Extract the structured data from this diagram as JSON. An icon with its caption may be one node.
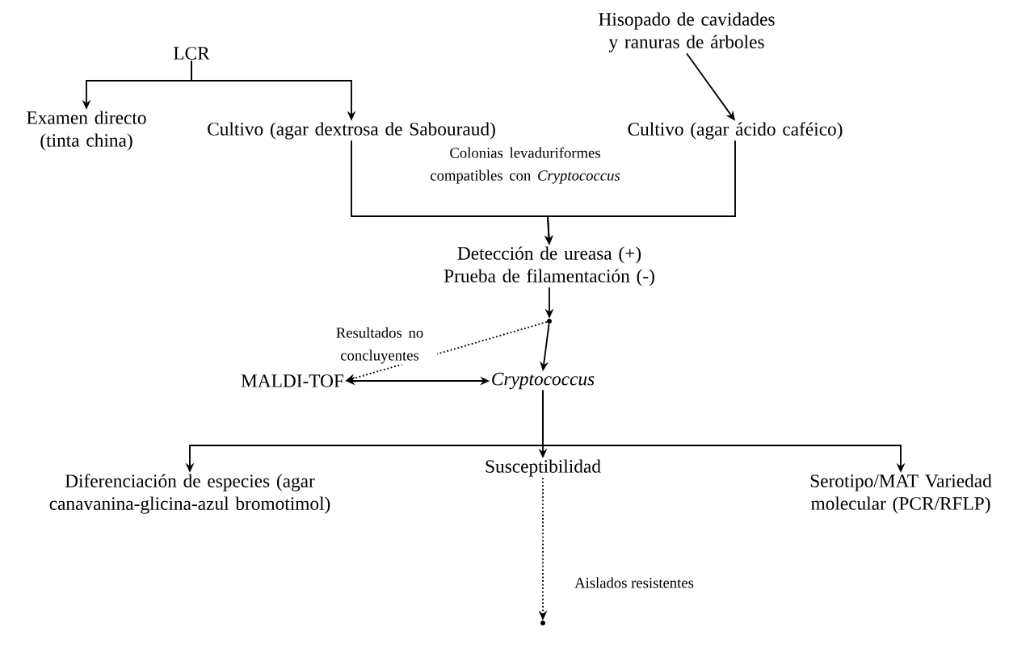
{
  "diagram": {
    "nodes": [
      {
        "text": [
          "LCR"
        ]
      },
      {
        "text": [
          "Hisopado de cavidades y ranuras de árboles"
        ]
      },
      {
        "text": [
          "Examen directo (tinta china)"
        ]
      },
      {
        "text": [
          "Cultivo (agar dextrosa de Sabouraud)"
        ]
      },
      {
        "text": [
          "Cultivo (agar ácido caféico)"
        ]
      },
      {
        "text": [
          "Detección de ureasa (+) Prueba de filamentación (-)"
        ]
      },
      {
        "text": [],
        "shape": "point"
      },
      {
        "text": [
          "MALDI-TOF"
        ]
      },
      {
        "text": [
          "Cryptococcus"
        ]
      },
      {
        "text": [
          "Diferenciación de especies (agar canavanina-glicina-azul bromotimol)"
        ]
      },
      {
        "text": [
          "Susceptibilidad"
        ]
      },
      {
        "text": [
          "Serotipo/MAT Variedad molecular (PCR/RFLP)"
        ]
      },
      {
        "text": [],
        "shape": "point"
      }
    ],
    "edges": [
      {
        "from": 0,
        "to": 2,
        "arrow": "to"
      },
      {
        "from": 0,
        "to": 3,
        "arrow": "to"
      },
      {
        "from": 1,
        "to": 4,
        "arrow": "to"
      },
      {
        "from": 3,
        "to": 5,
        "arrow": "to"
      },
      {
        "from": 4,
        "to": 5,
        "arrow": "to"
      },
      {
        "from": 5,
        "to": 6,
        "arrow": "to"
      },
      {
        "from": 6,
        "to": 8,
        "arrow": "to"
      },
      {
        "from": 6,
        "to": 7,
        "arrow": "to",
        "style": "dashed",
        "label": "Resultados no concluyentes"
      },
      {
        "from": 7,
        "to": 8,
        "arrow": "both"
      },
      {
        "from": 8,
        "to": 9,
        "arrow": "to"
      },
      {
        "from": 8,
        "to": 10,
        "arrow": "to"
      },
      {
        "from": 8,
        "to": 11,
        "arrow": "to"
      },
      {
        "from": 10,
        "to": 12,
        "arrow": "to",
        "style": "dashed",
        "label": "Aislados resistentes"
      }
    ],
    "labels": [
      "Colonias levaduriformes compatibles con *Cryptococcus*"
    ]
  }
}
